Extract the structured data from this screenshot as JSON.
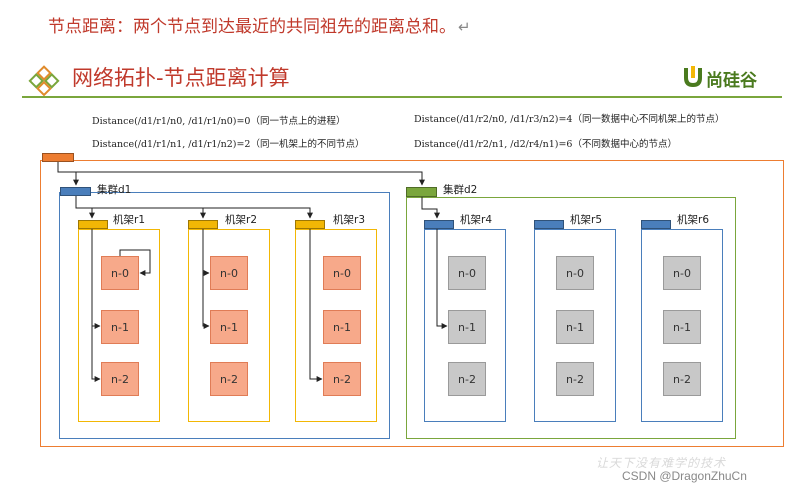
{
  "heading": {
    "text": "节点距离：两个节点到达最近的共同祖先的距离总和。",
    "return_mark": "↵"
  },
  "title": {
    "text": "网络拓扑-节点距离计算",
    "logo": "尚硅谷"
  },
  "formulas": [
    "Distance(/d1/r1/n0, /d1/r1/n0)=0（同一节点上的进程）",
    "Distance(/d1/r1/n1, /d1/r1/n2)=2（同一机架上的不同节点）",
    "Distance(/d1/r2/n0, /d1/r3/n2)=4（同一数据中心不同机架上的节点）",
    "Distance(/d1/r2/n1, /d2/r4/n1)=6（不同数据中心的节点）"
  ],
  "clusters": [
    {
      "label": "集群d1",
      "color": "#4a7ebb"
    },
    {
      "label": "集群d2",
      "color": "#7aa63c"
    }
  ],
  "racks": [
    {
      "label": "机架r1",
      "color": "#f2b705"
    },
    {
      "label": "机架r2",
      "color": "#f2b705"
    },
    {
      "label": "机架r3",
      "color": "#f2b705"
    },
    {
      "label": "机架r4",
      "color": "#4a7ebb"
    },
    {
      "label": "机架r5",
      "color": "#4a7ebb"
    },
    {
      "label": "机架r6",
      "color": "#4a7ebb"
    }
  ],
  "nodes": [
    "n-0",
    "n-1",
    "n-2"
  ],
  "colors": {
    "root": "#ed7d31",
    "node_orange": "#f7a98a",
    "node_gray": "#c8c8c8",
    "title_red": "#c0392b"
  },
  "watermark": {
    "line1": "让天下没有难学的技术",
    "line2": "CSDN @DragonZhuCn"
  }
}
